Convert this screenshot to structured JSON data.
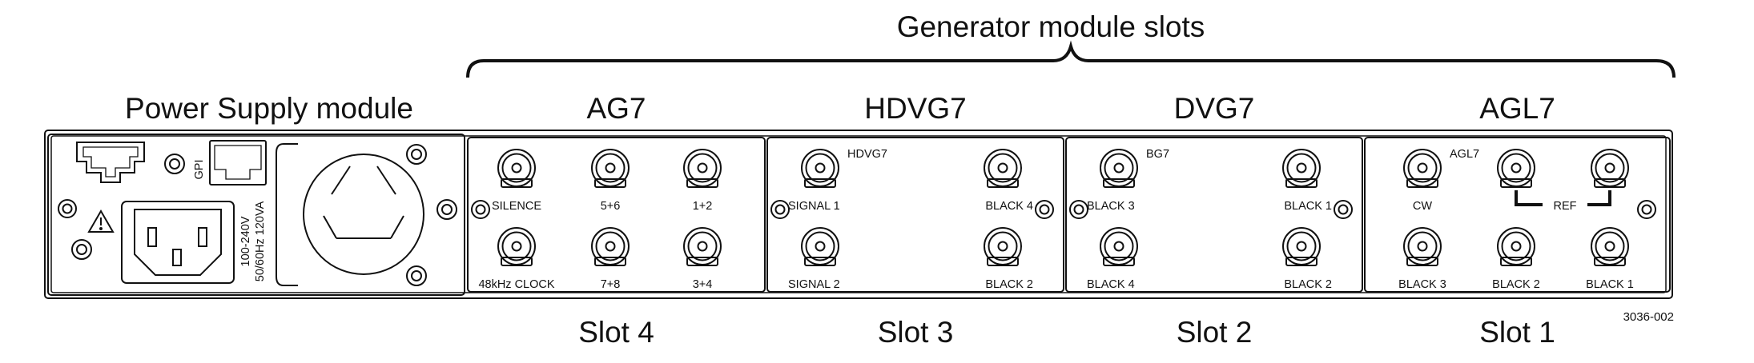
{
  "heading": "Generator module slots",
  "power_supply": {
    "label": "Power Supply module",
    "gpi_label": "GPI",
    "rating_line1": "100-240V",
    "rating_line2": "50/60Hz 120VA",
    "warning_icon": "warning-triangle-icon"
  },
  "modules": [
    {
      "name": "AG7",
      "slot": "Slot 4",
      "connectors": [
        {
          "id": "silence",
          "label": "SILENCE"
        },
        {
          "id": "5-6",
          "label": "5+6"
        },
        {
          "id": "1-2",
          "label": "1+2"
        },
        {
          "id": "48khz-clock",
          "label": "48kHz CLOCK"
        },
        {
          "id": "7-8",
          "label": "7+8"
        },
        {
          "id": "3-4",
          "label": "3+4"
        }
      ]
    },
    {
      "name": "HDVG7",
      "slot": "Slot 3",
      "tag": "HDVG7",
      "connectors": [
        {
          "id": "signal-1",
          "label": "SIGNAL 1"
        },
        {
          "id": "black-4",
          "label": "BLACK 4"
        },
        {
          "id": "signal-2",
          "label": "SIGNAL 2"
        },
        {
          "id": "black-2",
          "label": "BLACK 2"
        }
      ]
    },
    {
      "name": "DVG7",
      "slot": "Slot 2",
      "tag": "BG7",
      "connectors": [
        {
          "id": "black-3",
          "label": "BLACK 3"
        },
        {
          "id": "black-1",
          "label": "BLACK 1"
        },
        {
          "id": "black-4",
          "label": "BLACK 4"
        },
        {
          "id": "black-2",
          "label": "BLACK 2"
        }
      ]
    },
    {
      "name": "AGL7",
      "slot": "Slot 1",
      "tag": "AGL7",
      "ref_label": "REF",
      "connectors": [
        {
          "id": "cw",
          "label": "CW"
        },
        {
          "id": "ref-a",
          "label": ""
        },
        {
          "id": "ref-b",
          "label": ""
        },
        {
          "id": "black-3",
          "label": "BLACK 3"
        },
        {
          "id": "black-2",
          "label": "BLACK 2"
        },
        {
          "id": "black-1",
          "label": "BLACK 1"
        }
      ]
    }
  ],
  "figure_code": "3036-002",
  "colors": {
    "stroke": "#111111",
    "background": "#ffffff"
  }
}
